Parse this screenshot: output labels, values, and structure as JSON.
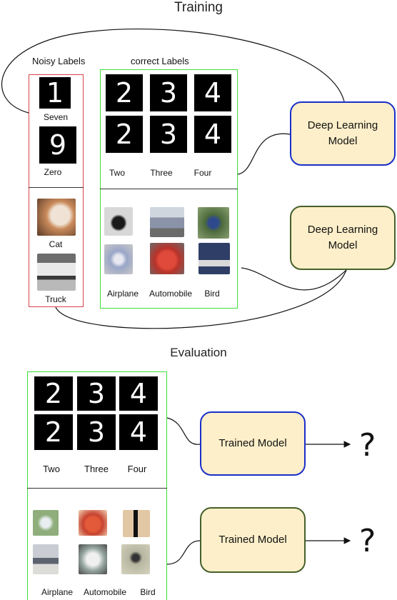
{
  "titles": {
    "training": "Training",
    "evaluation": "Evaluation"
  },
  "training": {
    "noisy_header": "Noisy Labels",
    "correct_header": "correct Labels",
    "noisy_mnist": [
      {
        "digit": "1",
        "label": "Seven"
      },
      {
        "digit": "9",
        "label": "Zero"
      }
    ],
    "noisy_cifar": [
      {
        "label": "Cat"
      },
      {
        "label": "Truck"
      }
    ],
    "correct_mnist": {
      "digits_top": [
        "2",
        "3",
        "4"
      ],
      "digits_bottom": [
        "2",
        "3",
        "4"
      ],
      "labels": [
        "Two",
        "Three",
        "Four"
      ]
    },
    "correct_cifar_labels": [
      "Airplane",
      "Automobile",
      "Bird"
    ],
    "model_blue": {
      "line1": "Deep Learning",
      "line2": "Model"
    },
    "model_olive": {
      "line1": "Deep Learning",
      "line2": "Model"
    }
  },
  "evaluation": {
    "mnist": {
      "digits_top": [
        "2",
        "3",
        "4"
      ],
      "digits_bottom": [
        "2",
        "3",
        "4"
      ],
      "labels": [
        "Two",
        "Three",
        "Four"
      ]
    },
    "cifar_labels": [
      "Airplane",
      "Automobile",
      "Bird"
    ],
    "model_blue": "Trained Model",
    "model_olive": "Trained Model",
    "result_symbol": "?"
  },
  "colors": {
    "noisy_border": "#d9434a",
    "correct_border": "#3ee03a",
    "model_fill": "#fdefc9",
    "model_blue_border": "#1a2fc9",
    "model_olive_border": "#45602a",
    "photo_swatches": {
      "cat": "#c98a5a",
      "truck": "#b9b9b9",
      "airplane": "#d8d8d8",
      "automobile": "#8a93a8",
      "bird": "#4d6a3c",
      "airplane2": "#9aa6c8",
      "automobile2": "#b8332a",
      "bird2": "#2f3e66",
      "e_airplane": "#8fae7c",
      "e_automobile": "#c7422f",
      "e_bird": "#e2c7a4",
      "e_airplane2": "#c9ccd2",
      "e_automobile2": "#95a59f",
      "e_bird2": "#b6b6a0"
    }
  }
}
